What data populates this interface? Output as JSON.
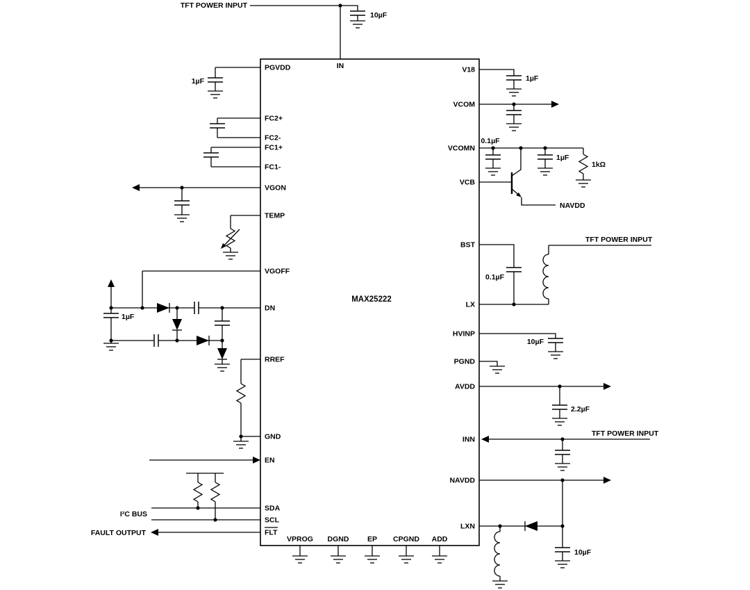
{
  "ic": {
    "part_number": "MAX25222",
    "pin_top": "IN",
    "pins_left": [
      "PGVDD",
      "FC2+",
      "FC2-",
      "FC1+",
      "FC1-",
      "VGON",
      "TEMP",
      "VGOFF",
      "DN",
      "RREF",
      "GND",
      "EN",
      "SDA",
      "SCL",
      "FLT"
    ],
    "pins_right": [
      "V18",
      "VCOM",
      "VCOMN",
      "VCB",
      "BST",
      "LX",
      "HVINP",
      "PGND",
      "AVDD",
      "INN",
      "NAVDD",
      "LXN"
    ],
    "pins_bottom": [
      "VPROG",
      "DGND",
      "EP",
      "CPGND",
      "ADD"
    ]
  },
  "nets": {
    "tft_power_input_top": "TFT POWER INPUT",
    "tft_power_input_bst": "TFT POWER INPUT",
    "tft_power_input_inn": "TFT POWER INPUT",
    "navdd": "NAVDD",
    "i2c_bus": "I²C BUS",
    "fault_output": "FAULT OUTPUT"
  },
  "values": {
    "c_in": "10µF",
    "c_pgvdd": "1µF",
    "c_vgoff": "1µF",
    "c_v18": "1µF",
    "c_vcomn": "0.1µF",
    "c_vcb": "1µF",
    "r_vcb": "1kΩ",
    "c_bst": "0.1µF",
    "c_hvinp": "10µF",
    "c_avdd": "2.2µF",
    "c_lxn": "10µF"
  },
  "colors": {
    "part_number": "#2fb4be",
    "wire": "#000000",
    "background": "#ffffff"
  }
}
